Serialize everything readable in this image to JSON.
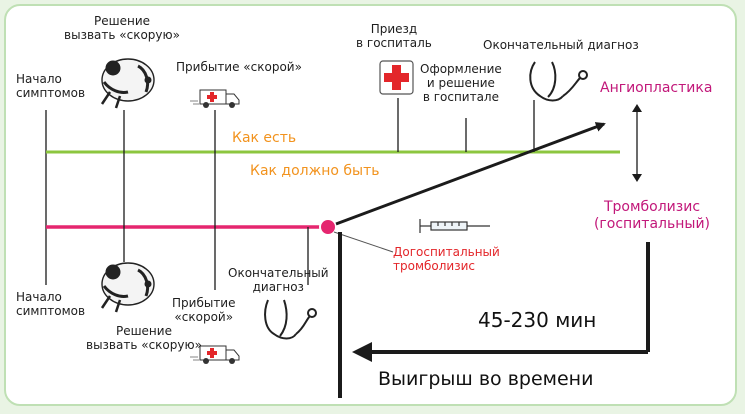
{
  "labels": {
    "current_line": "Как есть",
    "ideal_line": "Как должно быть",
    "top_symptom_onset": [
      "Начало",
      "симптомов"
    ],
    "top_call_decision": [
      "Решение",
      "вызвать «скорую»"
    ],
    "top_ambulance_arrival": "Прибытие «скорой»",
    "top_hospital_arrival": [
      "Приезд",
      "в госпиталь"
    ],
    "top_processing": [
      "Оформление",
      "и решение",
      "в госпитале"
    ],
    "top_final_diagnosis": "Окончательный диагноз",
    "angioplasty": "Ангиопластика",
    "thrombolysis": [
      "Тромболизис",
      "(госпитальный)"
    ],
    "bottom_symptom_onset": [
      "Начало",
      "симптомов"
    ],
    "bottom_call_decision": [
      "Решение",
      "вызвать «скорую»"
    ],
    "bottom_ambulance_arrival": [
      "Прибытие",
      "«скорой»"
    ],
    "bottom_final_diagnosis": [
      "Окончательный",
      "диагноз"
    ],
    "prehospital_thrombolysis": [
      "Догоспитальный",
      "тромболизис"
    ],
    "time_range": "45-230 мин",
    "time_gain": "Выигрыш во времени"
  },
  "colors": {
    "current_line": "#8cc63f",
    "ideal_line": "#e5266f",
    "current_label": "#f2931e",
    "destination": "#c2187a",
    "prehospital": "#e3262a",
    "accent_dark": "#1b1b1b"
  },
  "icons": {
    "phone_caller": "phone-caller-icon",
    "ambulance": "ambulance-icon",
    "hospital_cross": "hospital-cross-icon",
    "stethoscope": "stethoscope-icon",
    "syringe": "syringe-icon"
  }
}
